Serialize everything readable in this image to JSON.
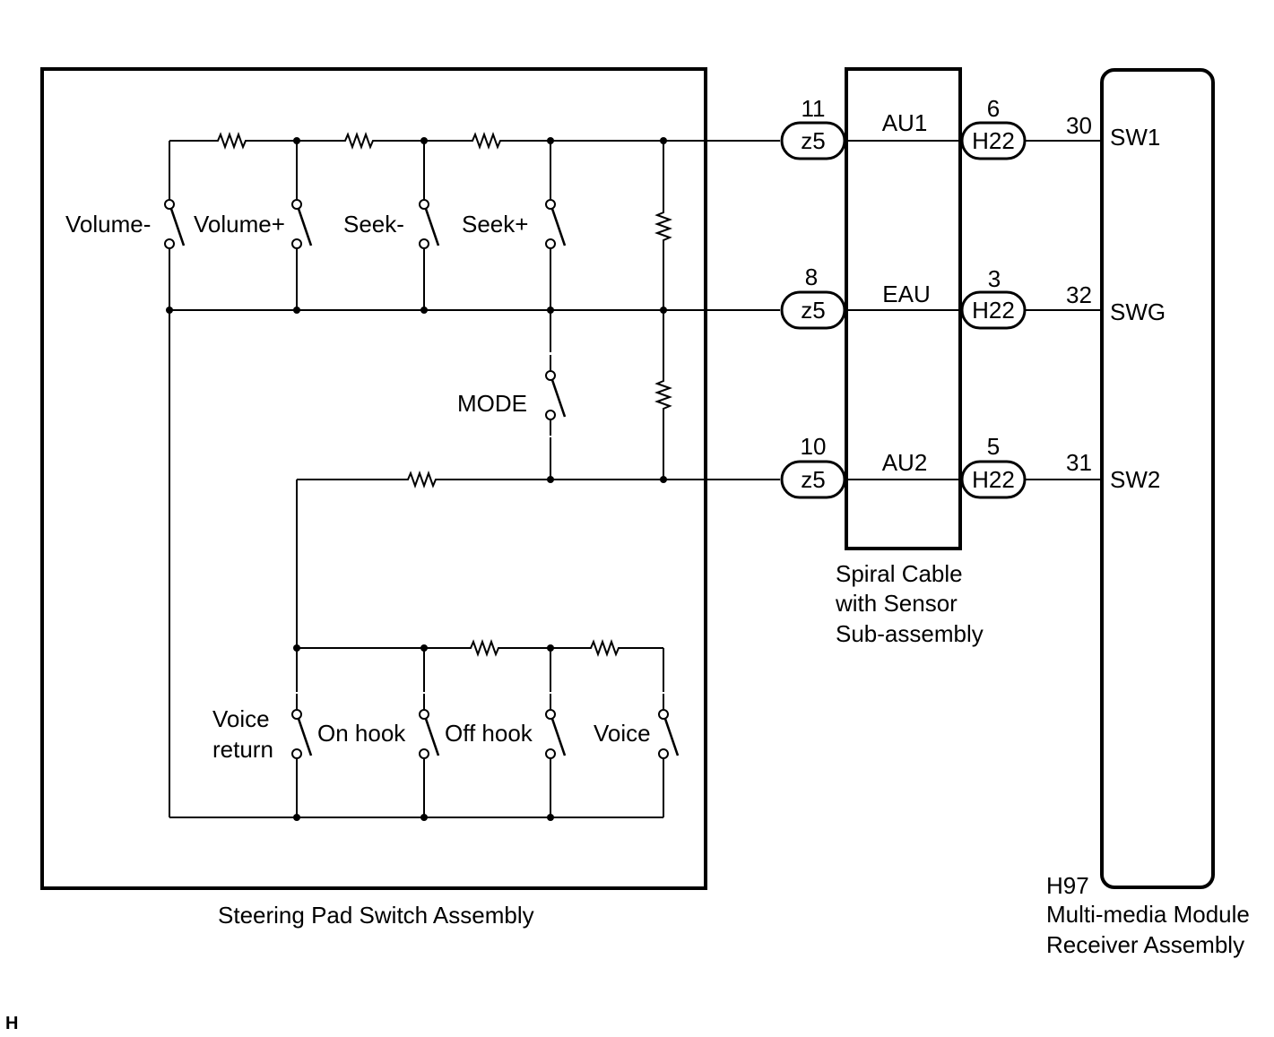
{
  "switch_assembly": {
    "name": "Steering Pad Switch Assembly",
    "switches": {
      "volume_minus": "Volume-",
      "volume_plus": "Volume+",
      "seek_minus": "Seek-",
      "seek_plus": "Seek+",
      "mode": "MODE",
      "voice_return_1": "Voice",
      "voice_return_2": "return",
      "on_hook": "On hook",
      "off_hook": "Off hook",
      "voice": "Voice"
    }
  },
  "spiral_cable": {
    "name_line1": "Spiral Cable",
    "name_line2": "with Sensor",
    "name_line3": "Sub-assembly",
    "signals": [
      "AU1",
      "EAU",
      "AU2"
    ]
  },
  "connectors": {
    "left": [
      {
        "code": "z5",
        "pin": "11"
      },
      {
        "code": "z5",
        "pin": "8"
      },
      {
        "code": "z5",
        "pin": "10"
      }
    ],
    "right": [
      {
        "code": "H22",
        "pin": "6"
      },
      {
        "code": "H22",
        "pin": "3"
      },
      {
        "code": "H22",
        "pin": "5"
      }
    ]
  },
  "receiver": {
    "code": "H97",
    "name_line1": "Multi-media Module",
    "name_line2": "Receiver Assembly",
    "terminals": [
      {
        "pin": "30",
        "name": "SW1"
      },
      {
        "pin": "32",
        "name": "SWG"
      },
      {
        "pin": "31",
        "name": "SW2"
      }
    ]
  },
  "footer_mark": "H"
}
